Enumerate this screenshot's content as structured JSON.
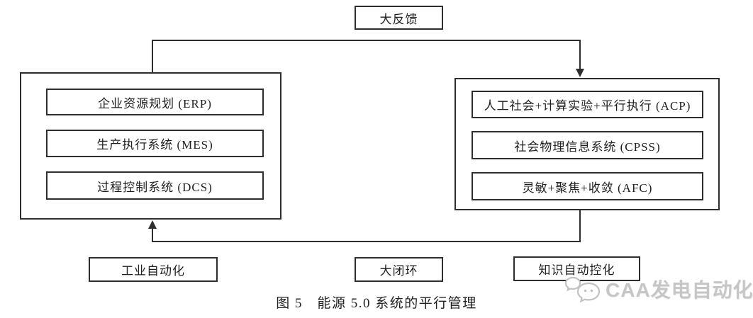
{
  "diagram": {
    "top_box": "大反馈",
    "left_group": {
      "items": [
        "企业资源规划 (ERP)",
        "生产执行系统 (MES)",
        "过程控制系统 (DCS)"
      ]
    },
    "right_group": {
      "items": [
        "人工社会+计算实验+平行执行 (ACP)",
        "社会物理信息系统 (CPSS)",
        "灵敏+聚焦+收敛 (AFC)"
      ]
    },
    "bottom_boxes": {
      "left": "工业自动化",
      "center": "大闭环",
      "right": "知识自动控化"
    }
  },
  "caption": "图 5　能源 5.0 系统的平行管理",
  "watermark": {
    "icon": "wechat-speech-bubbles-icon",
    "text": "CAA发电自动化"
  },
  "colors": {
    "line": "#2e2e2e",
    "text": "#1f1f1f",
    "watermark": "#c6c6c6",
    "background": "#ffffff"
  }
}
